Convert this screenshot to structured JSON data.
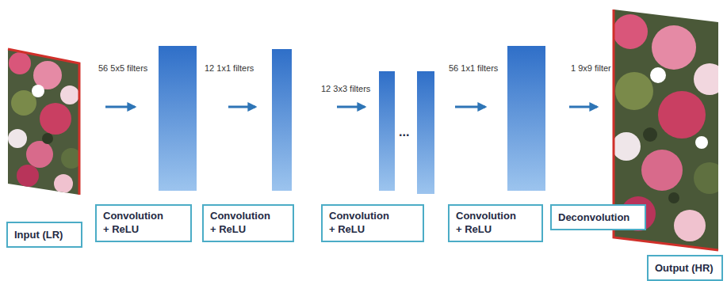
{
  "diagram": {
    "nodes": [
      {
        "text": [
          "Input (LR)"
        ]
      },
      {
        "text": [
          "Convolution + ReLU"
        ]
      },
      {
        "text": [
          "Convolution + ReLU"
        ]
      },
      {
        "text": [
          "Convolution + ReLU"
        ]
      },
      {
        "text": [
          "Convolution + ReLU"
        ]
      },
      {
        "text": [
          "Deconvolution"
        ]
      },
      {
        "text": [
          "Output (HR)"
        ]
      }
    ],
    "labels": [
      "56 5x5 filters",
      "12 1x1 filters",
      "12 3x3 filters",
      "...",
      "56 1x1 filters",
      "1 9x9 filter"
    ]
  }
}
